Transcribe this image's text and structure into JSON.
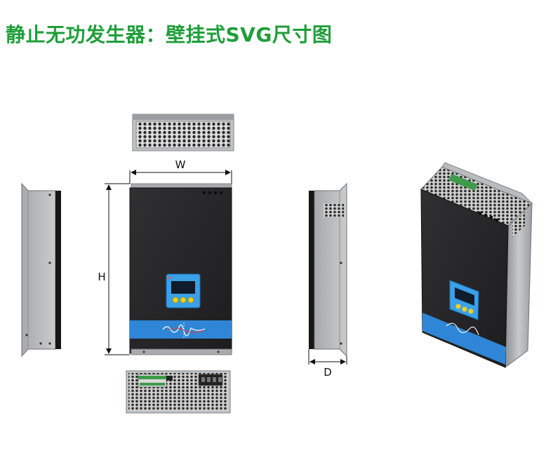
{
  "title": "静止无功发生器：壁挂式SVG尺寸图",
  "dimensions": {
    "width_label": "W",
    "height_label": "H",
    "depth_label": "D"
  },
  "colors": {
    "title": "#1f9e3a",
    "front_panel": "#2b2b2d",
    "blue_band": "#2f86d6",
    "lcd_frame": "#3aa0e8",
    "silver": "#b9bcbf"
  }
}
